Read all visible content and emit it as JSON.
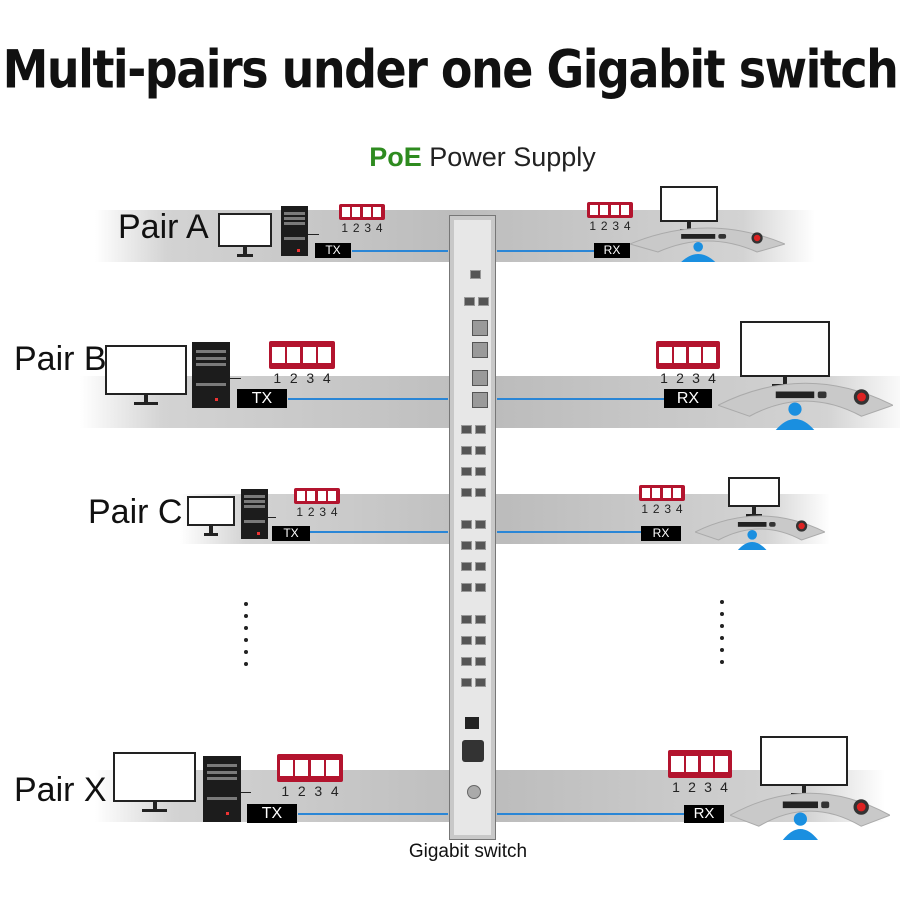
{
  "title": "Multi-pairs under one Gigabit switch",
  "power": {
    "strong": "PoE",
    "rest": "Power Supply"
  },
  "caption": "Gigabit switch",
  "transmitter_label": "TX",
  "receiver_label": "RX",
  "dip_numbers": [
    "1",
    "2",
    "3",
    "4"
  ],
  "pairs": [
    {
      "label": "Pair A"
    },
    {
      "label": "Pair B"
    },
    {
      "label": "Pair C"
    },
    {
      "label": "Pair X"
    }
  ],
  "colors": {
    "poe_green": "#2e8b1f",
    "dip_red": "#b3142e",
    "link_blue": "#2a86d6",
    "user_blue": "#1a8fe0"
  }
}
